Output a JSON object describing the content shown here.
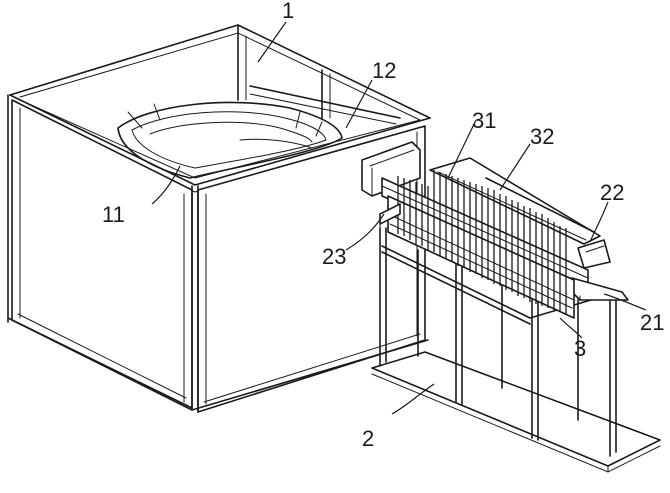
{
  "figure": {
    "reference_numerals": {
      "frame": "1",
      "hopper": "11",
      "support_rail": "12",
      "stand": "2",
      "feed_track": "21",
      "gate": "22",
      "guide_bar": "23",
      "pin_head": "3",
      "pins": "31",
      "top_rail": "32"
    }
  }
}
